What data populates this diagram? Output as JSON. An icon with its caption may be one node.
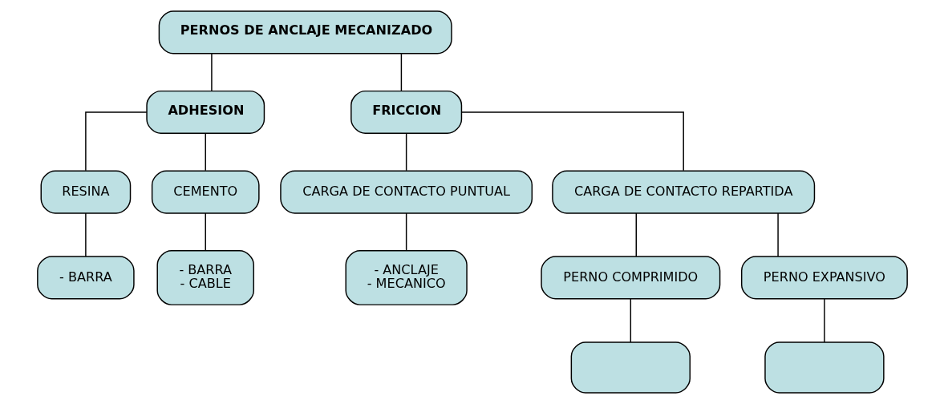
{
  "diagram": {
    "nodes": [
      {
        "text": [
          "PERNOS DE ANCLAJE MECANIZADO"
        ]
      },
      {
        "text": [
          "ADHESION"
        ]
      },
      {
        "text": [
          "FRICCION"
        ]
      },
      {
        "text": [
          "RESINA"
        ]
      },
      {
        "text": [
          "CEMENTO"
        ]
      },
      {
        "text": [
          "CARGA DE CONTACTO PUNTUAL"
        ]
      },
      {
        "text": [
          "CARGA DE CONTACTO REPARTIDA"
        ]
      },
      {
        "text": [
          "- BARRA"
        ]
      },
      {
        "text": [
          "- BARRA",
          "- CABLE"
        ]
      },
      {
        "text": [
          "- ANCLAJE",
          "- MECANICO"
        ]
      },
      {
        "text": [
          "PERNO COMPRIMIDO"
        ]
      },
      {
        "text": [
          "PERNO EXPANSIVO"
        ]
      },
      {
        "text": [],
        "shape": "box"
      },
      {
        "text": [],
        "shape": "box"
      }
    ],
    "edges": [
      {
        "from": 0,
        "to": 1,
        "arrow": "none"
      },
      {
        "from": 0,
        "to": 2,
        "arrow": "none"
      },
      {
        "from": 1,
        "to": 3,
        "arrow": "none"
      },
      {
        "from": 1,
        "to": 4,
        "arrow": "none"
      },
      {
        "from": 2,
        "to": 5,
        "arrow": "none"
      },
      {
        "from": 2,
        "to": 6,
        "arrow": "none"
      },
      {
        "from": 3,
        "to": 7,
        "arrow": "none"
      },
      {
        "from": 4,
        "to": 8,
        "arrow": "none"
      },
      {
        "from": 5,
        "to": 9,
        "arrow": "none"
      },
      {
        "from": 6,
        "to": 10,
        "arrow": "none"
      },
      {
        "from": 6,
        "to": 11,
        "arrow": "none"
      },
      {
        "from": 10,
        "to": 12,
        "arrow": "none"
      },
      {
        "from": 11,
        "to": 13,
        "arrow": "none"
      }
    ]
  }
}
